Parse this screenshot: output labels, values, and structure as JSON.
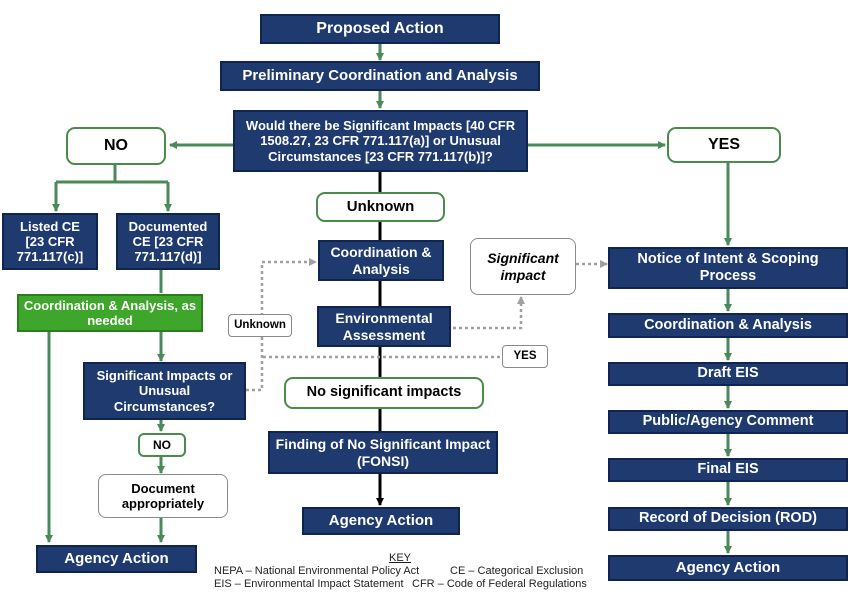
{
  "nodes": {
    "proposed_action": "Proposed Action",
    "preliminary": "Preliminary Coordination and Analysis",
    "question": "Would there be Significant Impacts [40 CFR 1508.27, 23 CFR 771.117(a)] or Unusual Circumstances [23 CFR 771.117(b)]?",
    "no": "NO",
    "yes": "YES",
    "unknown": "Unknown",
    "listed_ce": "Listed CE [23 CFR 771.117(c)]",
    "documented_ce": "Documented CE [23 CFR 771.117(d)]",
    "coord_as_needed": "Coordination & Analysis, as needed",
    "unknown_small": "Unknown",
    "sig_or_unusual": "Significant Impacts or Unusual Circumstances?",
    "no_small": "NO",
    "document_appropriately": "Document appropriately",
    "agency_action_left": "Agency Action",
    "coord_center": "Coordination & Analysis",
    "environmental_assessment": "Environmental Assessment",
    "significant_impact": "Significant impact",
    "yes_small": "YES",
    "no_significant": "No significant impacts",
    "fonsi": "Finding of No Significant Impact (FONSI)",
    "agency_action_center": "Agency Action",
    "noi": "Notice of Intent & Scoping Process",
    "coord_right": "Coordination & Analysis",
    "draft_eis": "Draft EIS",
    "public_comment": "Public/Agency Comment",
    "final_eis": "Final EIS",
    "rod": "Record of Decision (ROD)",
    "agency_action_right": "Agency Action"
  },
  "key": {
    "title": "KEY",
    "nepa": "NEPA – National Environmental Policy Act",
    "ce": "CE – Categorical Exclusion",
    "eis": "EIS – Environmental Impact Statement",
    "cfr": "CFR – Code of Federal Regulations"
  },
  "colors": {
    "navy": "#1f3a6e",
    "green_box": "#3ea62a",
    "green_line": "#4a8a5a",
    "gray_dotted": "#a0a0a0",
    "black_line": "#000000"
  }
}
